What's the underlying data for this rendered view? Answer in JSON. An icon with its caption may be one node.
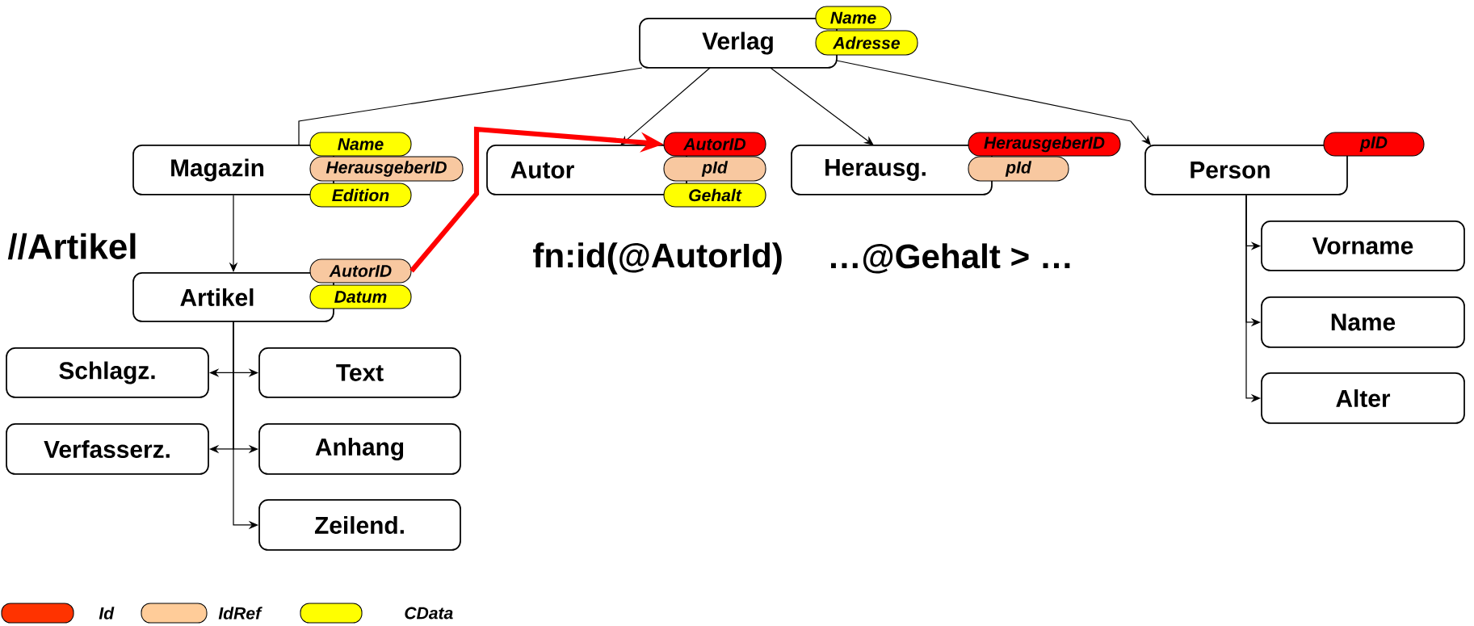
{
  "diagram": {
    "nodes": [
      {
        "text": [
          "Verlag"
        ]
      },
      {
        "text": [
          "Name"
        ]
      },
      {
        "text": [
          "Adresse"
        ]
      },
      {
        "text": [
          "Magazin"
        ]
      },
      {
        "text": [
          "Name"
        ]
      },
      {
        "text": [
          "HerausgeberID"
        ]
      },
      {
        "text": [
          "Edition"
        ]
      },
      {
        "text": [
          "Autor"
        ]
      },
      {
        "text": [
          "AutorID"
        ]
      },
      {
        "text": [
          "pId"
        ]
      },
      {
        "text": [
          "Gehalt"
        ]
      },
      {
        "text": [
          "Herausg."
        ]
      },
      {
        "text": [
          "HerausgeberID"
        ]
      },
      {
        "text": [
          "pId"
        ]
      },
      {
        "text": [
          "Person"
        ]
      },
      {
        "text": [
          "pID"
        ]
      },
      {
        "text": [
          "Artikel"
        ]
      },
      {
        "text": [
          "AutorID"
        ]
      },
      {
        "text": [
          "Datum"
        ]
      },
      {
        "text": [
          "Schlagz."
        ]
      },
      {
        "text": [
          "Text"
        ]
      },
      {
        "text": [
          "Verfasserz."
        ]
      },
      {
        "text": [
          "Anhang"
        ]
      },
      {
        "text": [
          "Zeilend."
        ]
      },
      {
        "text": [
          "Vorname"
        ]
      },
      {
        "text": [
          "Name"
        ]
      },
      {
        "text": [
          "Alter"
        ]
      }
    ],
    "edges": [
      {
        "from": 0,
        "to": 3,
        "arrow": "none"
      },
      {
        "from": 0,
        "to": 7,
        "arrow": "to"
      },
      {
        "from": 0,
        "to": 11,
        "arrow": "to"
      },
      {
        "from": 0,
        "to": 14,
        "arrow": "to"
      },
      {
        "from": 3,
        "to": 16,
        "arrow": "to"
      },
      {
        "from": 16,
        "to": 19,
        "arrow": "to"
      },
      {
        "from": 16,
        "to": 20,
        "arrow": "to"
      },
      {
        "from": 16,
        "to": 21,
        "arrow": "to"
      },
      {
        "from": 16,
        "to": 22,
        "arrow": "to"
      },
      {
        "from": 16,
        "to": 23,
        "arrow": "to"
      },
      {
        "from": 14,
        "to": 24,
        "arrow": "to"
      },
      {
        "from": 14,
        "to": 25,
        "arrow": "to"
      },
      {
        "from": 14,
        "to": 26,
        "arrow": "to"
      },
      {
        "from": 17,
        "to": 8,
        "arrow": "to",
        "style": "thick",
        "color": "#ff0000"
      }
    ],
    "labels": [
      "//Artikel",
      "fn:id(@AutorId)",
      "…@Gehalt > …"
    ],
    "legend": [
      {
        "text": "Id",
        "color": "#ff3300"
      },
      {
        "text": "IdRef",
        "color": "#ffcc99"
      },
      {
        "text": "CData",
        "color": "#ffff00"
      }
    ]
  }
}
